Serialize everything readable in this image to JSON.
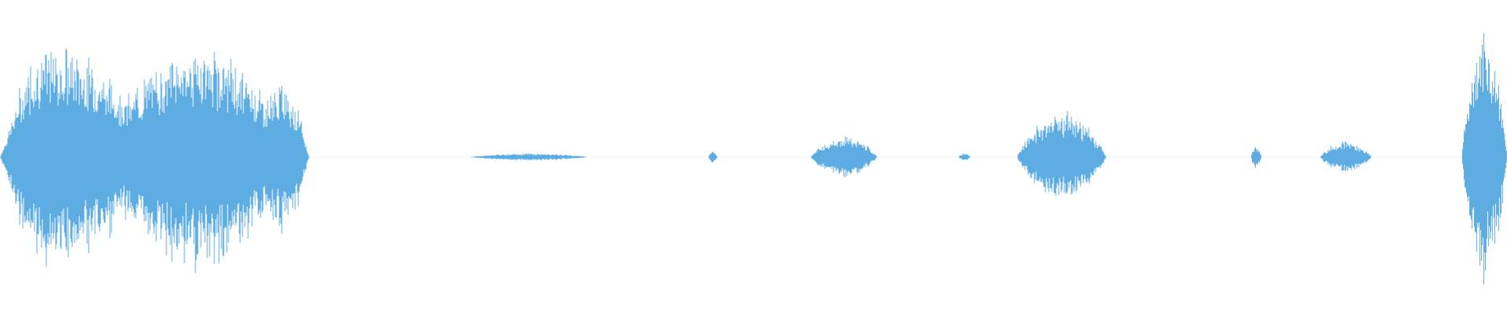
{
  "waveform": {
    "color": "#5DADE2",
    "background": "#FFFFFF",
    "segments": [
      {
        "start": 0.0,
        "end": 0.205,
        "peak": 0.88
      },
      {
        "start": 0.312,
        "end": 0.39,
        "peak": 0.03
      },
      {
        "start": 0.47,
        "end": 0.476,
        "peak": 0.05
      },
      {
        "start": 0.538,
        "end": 0.582,
        "peak": 0.17
      },
      {
        "start": 0.636,
        "end": 0.644,
        "peak": 0.03
      },
      {
        "start": 0.675,
        "end": 0.734,
        "peak": 0.36
      },
      {
        "start": 0.83,
        "end": 0.837,
        "peak": 0.09
      },
      {
        "start": 0.876,
        "end": 0.91,
        "peak": 0.13
      },
      {
        "start": 0.97,
        "end": 1.0,
        "peak": 0.98
      }
    ]
  }
}
